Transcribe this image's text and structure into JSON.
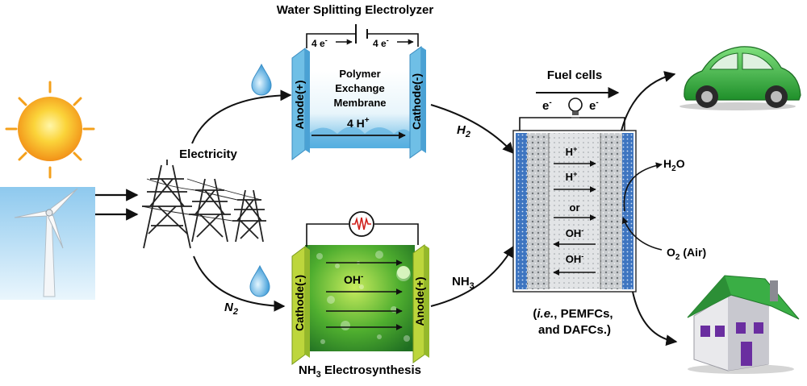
{
  "title": "Water Splitting Electrolyzer",
  "electrolyzer": {
    "left_electron": "4 e",
    "right_electron": "4 e",
    "electron_sup": "-",
    "anode": "Anode(+)",
    "cathode": "Cathode(-)",
    "membrane_line1": "Polymer",
    "membrane_line2": "Exchange",
    "membrane_line3": "Membrane",
    "proton": "4 H",
    "proton_sup": "+"
  },
  "electricity_label": "Electricity",
  "h2_label": "H",
  "h2_sub": "2",
  "n2_label": "N",
  "n2_sub": "2",
  "nh3_label": "NH",
  "nh3_sub": "3",
  "nh3_synth": {
    "cathode": "Cathode(-)",
    "anode": "Anode(+)",
    "ion": "OH",
    "ion_sup": "-",
    "caption_pre": "NH",
    "caption_sub": "3",
    "caption_post": " Electrosynthesis"
  },
  "fuel_cell": {
    "title": "Fuel cells",
    "electron_left": "e",
    "electron_right": "e",
    "electron_sup": "-",
    "ions": [
      {
        "text": "H",
        "sup": "+"
      },
      {
        "text": "H",
        "sup": "+"
      },
      {
        "text": "or",
        "sup": ""
      },
      {
        "text": "OH",
        "sup": "-"
      },
      {
        "text": "OH",
        "sup": "-"
      }
    ],
    "h2o_main": "H",
    "h2o_sub": "2",
    "h2o_tail": "O",
    "o2_main": "O",
    "o2_sub": "2",
    "o2_tail": " (Air)",
    "caption_line1_pre": "(",
    "caption_line1_it": "i.e.",
    "caption_line1_post": ", PEMFCs,",
    "caption_line2": "and DAFCs.)"
  },
  "colors": {
    "electrolyzer_plate": "#7ec8ec",
    "nh3_plate": "#b5d334",
    "nh3_fill": "#3f9b2c",
    "fuel_outer": "#4a7fc1",
    "car": "#2ea43a",
    "roof": "#37b34a",
    "sun": "#f7a21a"
  }
}
